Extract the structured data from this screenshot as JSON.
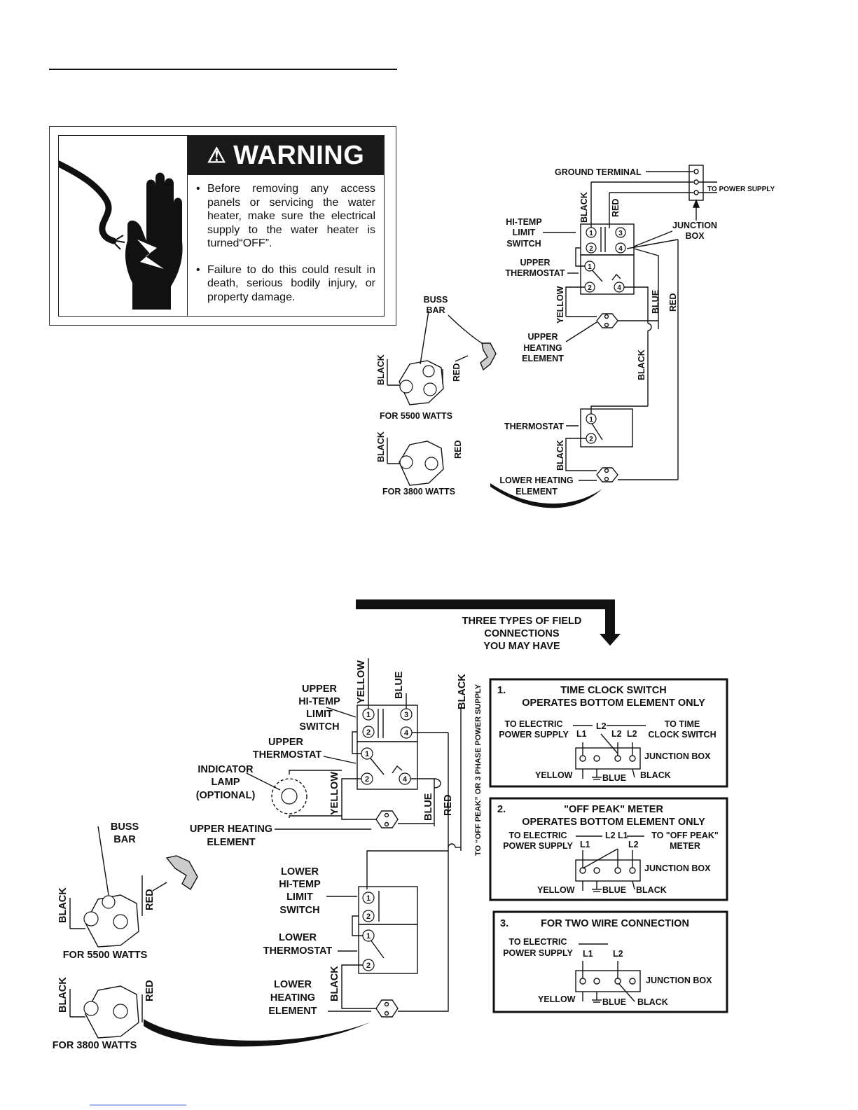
{
  "warning": {
    "title": "WARNING",
    "bullets": [
      "Before removing any access panels or servicing the water heater, make sure the electrical supply to the water heater is turned“OFF”.",
      "Failure to do this could result in death, serious bodily injury, or property damage."
    ]
  },
  "diagram1": {
    "ground_terminal": "GROUND TERMINAL",
    "to_power_supply": "TO POWER SUPPLY",
    "junction_box": [
      "JUNCTION",
      "BOX"
    ],
    "hi_temp_limit_switch": [
      "HI-TEMP",
      "LIMIT",
      "SWITCH"
    ],
    "upper_thermostat": [
      "UPPER",
      "THERMOSTAT"
    ],
    "upper_heating_element": [
      "UPPER",
      "HEATING",
      "ELEMENT"
    ],
    "thermostat": "THERMOSTAT",
    "lower_heating_element": [
      "LOWER HEATING",
      "ELEMENT"
    ],
    "buss_bar": [
      "BUSS",
      "BAR"
    ],
    "for_5500": "FOR 5500 WATTS",
    "for_3800": "FOR 3800 WATTS",
    "black": "BLACK",
    "red": "RED",
    "yellow": "YELLOW",
    "blue": "BLUE"
  },
  "diagram2": {
    "three_types": [
      "THREE TYPES OF FIELD",
      "CONNECTIONS",
      "YOU MAY HAVE"
    ],
    "upper_hi_temp": [
      "UPPER",
      "HI-TEMP",
      "LIMIT",
      "SWITCH"
    ],
    "upper_thermostat": [
      "UPPER",
      "THERMOSTAT"
    ],
    "indicator_lamp": [
      "INDICATOR",
      "LAMP",
      "(OPTIONAL)"
    ],
    "upper_heating_element": [
      "UPPER HEATING",
      "ELEMENT"
    ],
    "lower_hi_temp": [
      "LOWER",
      "HI-TEMP",
      "LIMIT",
      "SWITCH"
    ],
    "lower_thermostat": [
      "LOWER",
      "THERMOSTAT"
    ],
    "lower_heating_element": [
      "LOWER",
      "HEATING",
      "ELEMENT"
    ],
    "buss_bar": [
      "BUSS",
      "BAR"
    ],
    "for_5500": "FOR 5500 WATTS",
    "for_3800": "FOR 3800 WATTS",
    "to_off_peak": "TO “OFF PEAK” OR 3 PHASE POWER SUPPLY",
    "black": "BLACK",
    "red": "RED",
    "yellow": "YELLOW",
    "blue": "BLUE"
  },
  "boxes": [
    {
      "num": "1.",
      "title1": "TIME CLOCK SWITCH",
      "title2": "OPERATES BOTTOM ELEMENT ONLY",
      "left": [
        "TO ELECTRIC",
        "POWER SUPPLY"
      ],
      "right": [
        "TO TIME",
        "CLOCK SWITCH"
      ],
      "l1": "L1",
      "l2": "L2",
      "junction": "JUNCTION BOX",
      "yellow": "YELLOW",
      "blue": "BLUE",
      "black": "BLACK"
    },
    {
      "num": "2.",
      "title1": "\"OFF PEAK\" METER",
      "title2": "OPERATES BOTTOM ELEMENT ONLY",
      "left": [
        "TO ELECTRIC",
        "POWER SUPPLY"
      ],
      "right": [
        "TO \"OFF PEAK\"",
        "METER"
      ],
      "l1": "L1",
      "l2": "L2",
      "junction": "JUNCTION BOX",
      "yellow": "YELLOW",
      "blue": "BLUE",
      "black": "BLACK"
    },
    {
      "num": "3.",
      "title1": "FOR TWO WIRE CONNECTION",
      "left": [
        "TO ELECTRIC",
        "POWER SUPPLY"
      ],
      "l1": "L1",
      "l2": "L2",
      "junction": "JUNCTION BOX",
      "yellow": "YELLOW",
      "blue": "BLUE",
      "black": "BLACK"
    }
  ]
}
